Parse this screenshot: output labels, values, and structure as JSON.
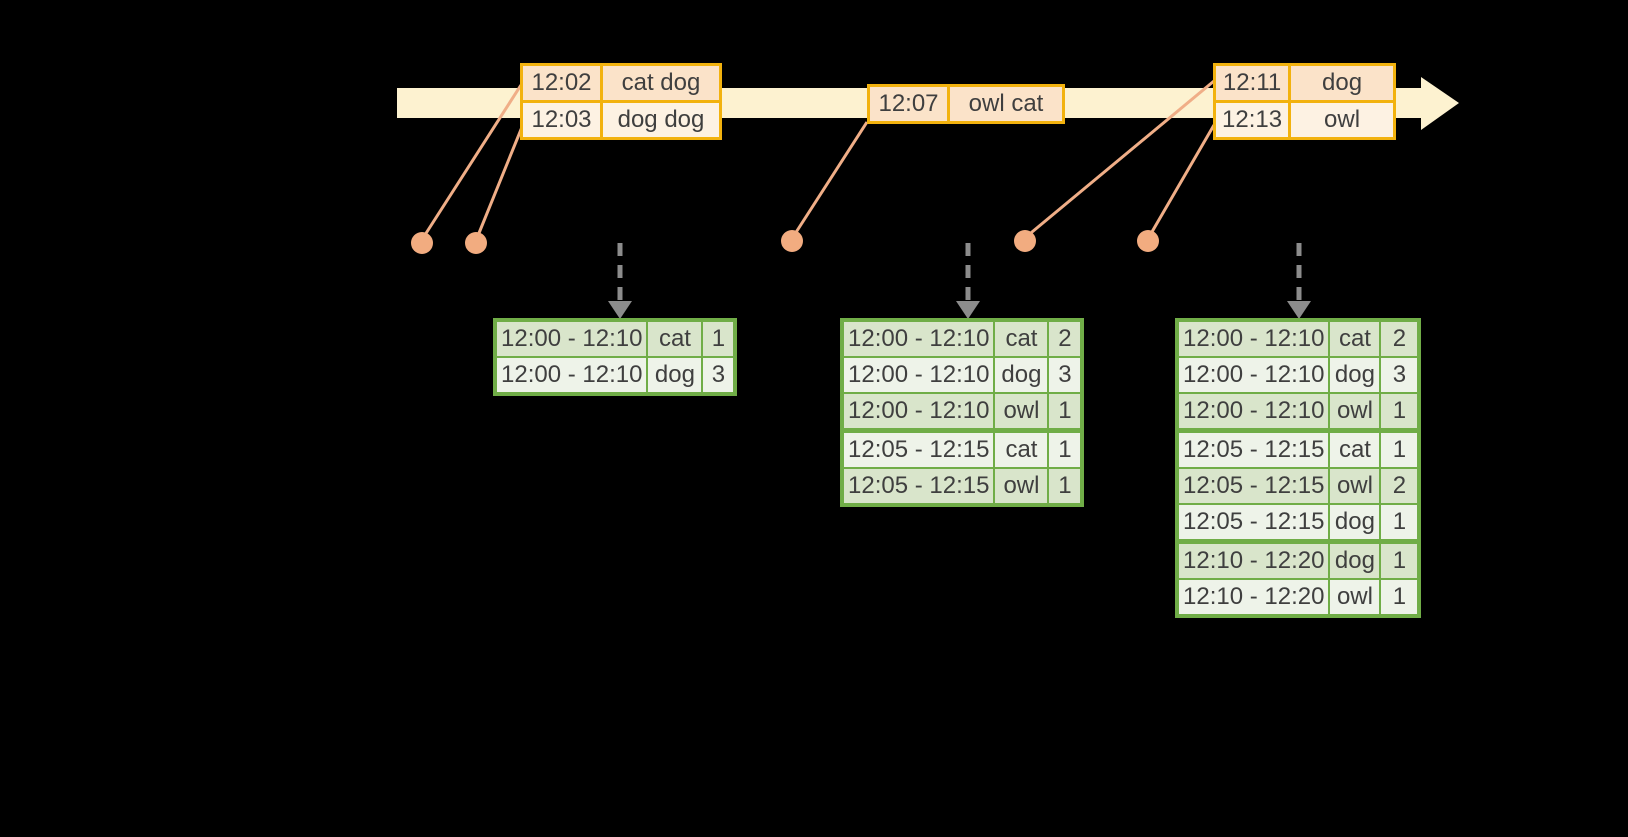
{
  "diagram": {
    "kind": "sliding-window stream aggregation diagram",
    "colors": {
      "background": "#000000",
      "timeline_fill": "#fdf2d0",
      "event_table_border": "#f2b20e",
      "event_cell_peach": "#fbe3c9",
      "event_cell_cream": "#fdf2e3",
      "connector_salmon": "#f0ae87",
      "dashed_arrow_gray": "#8c8c8c",
      "result_table_border": "#70ad47",
      "result_cell_dark": "#d9e5cb",
      "result_cell_light": "#eef3e9",
      "text": "#3f3f3f"
    }
  },
  "event_tables": [
    {
      "rows": [
        {
          "time": "12:02",
          "value": "cat dog"
        },
        {
          "time": "12:03",
          "value": "dog dog"
        }
      ]
    },
    {
      "rows": [
        {
          "time": "12:07",
          "value": "owl cat"
        }
      ]
    },
    {
      "rows": [
        {
          "time": "12:11",
          "value": "dog"
        },
        {
          "time": "12:13",
          "value": "owl"
        }
      ]
    }
  ],
  "result_tables": [
    {
      "rows": [
        {
          "window": "12:00 - 12:10",
          "key": "cat",
          "count": "1"
        },
        {
          "window": "12:00 - 12:10",
          "key": "dog",
          "count": "3"
        }
      ]
    },
    {
      "rows": [
        {
          "window": "12:00 - 12:10",
          "key": "cat",
          "count": "2"
        },
        {
          "window": "12:00 - 12:10",
          "key": "dog",
          "count": "3"
        },
        {
          "window": "12:00 - 12:10",
          "key": "owl",
          "count": "1"
        },
        {
          "window": "12:05 - 12:15",
          "key": "cat",
          "count": "1"
        },
        {
          "window": "12:05 - 12:15",
          "key": "owl",
          "count": "1"
        }
      ]
    },
    {
      "rows": [
        {
          "window": "12:00 - 12:10",
          "key": "cat",
          "count": "2"
        },
        {
          "window": "12:00 - 12:10",
          "key": "dog",
          "count": "3"
        },
        {
          "window": "12:00 - 12:10",
          "key": "owl",
          "count": "1"
        },
        {
          "window": "12:05 - 12:15",
          "key": "cat",
          "count": "1"
        },
        {
          "window": "12:05 - 12:15",
          "key": "owl",
          "count": "2"
        },
        {
          "window": "12:05 - 12:15",
          "key": "dog",
          "count": "1"
        },
        {
          "window": "12:10 - 12:20",
          "key": "dog",
          "count": "1"
        },
        {
          "window": "12:10 - 12:20",
          "key": "owl",
          "count": "1"
        }
      ]
    }
  ]
}
